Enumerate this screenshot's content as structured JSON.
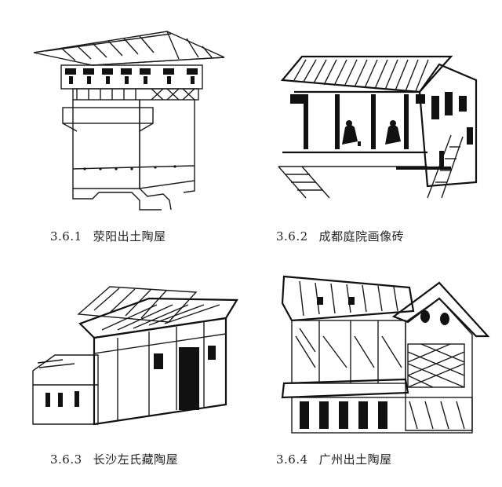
{
  "figures": [
    {
      "number": "3.6.1",
      "caption": "荥阳出土陶屋"
    },
    {
      "number": "3.6.2",
      "caption": "成都庭院画像砖"
    },
    {
      "number": "3.6.3",
      "caption": "长沙左氏藏陶屋"
    },
    {
      "number": "3.6.4",
      "caption": "广州出土陶屋"
    }
  ]
}
